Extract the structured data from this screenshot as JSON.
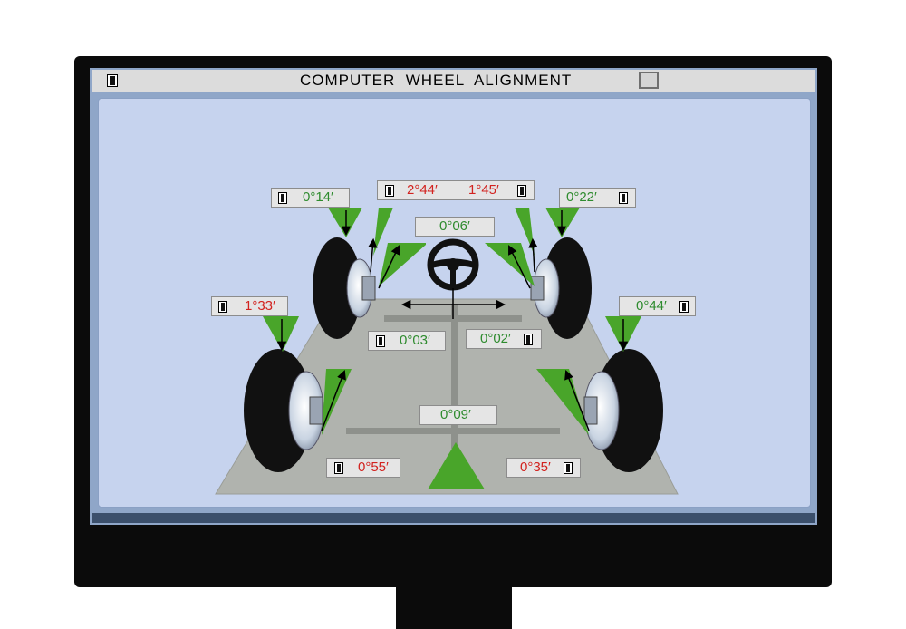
{
  "window": {
    "title": "COMPUTER  WHEEL  ALIGNMENT"
  },
  "colors": {
    "screen_bg": "#c6d3ee",
    "floor": "#b0b3ae",
    "indicator_ok": "#2e8b2e",
    "indicator_bad": "#d2231f",
    "wedge": "#49a52a"
  },
  "icons": [
    "window-icon",
    "window-button",
    "wheel-icon",
    "steering-wheel-icon",
    "arrow-icon"
  ],
  "readings": {
    "front_left_toe": "0°14′",
    "front_left_camber": "2°44′",
    "front_right_camber": "1°45′",
    "front_right_toe": "0°22′",
    "steering": "0°06′",
    "rear_left_camber": "1°33′",
    "rear_right_camber": "0°44′",
    "front_left_setback": "0°03′",
    "front_right_setback": "0°02′",
    "thrust_angle": "0°09′",
    "rear_left_toe": "0°55′",
    "rear_right_toe": "0°35′"
  }
}
